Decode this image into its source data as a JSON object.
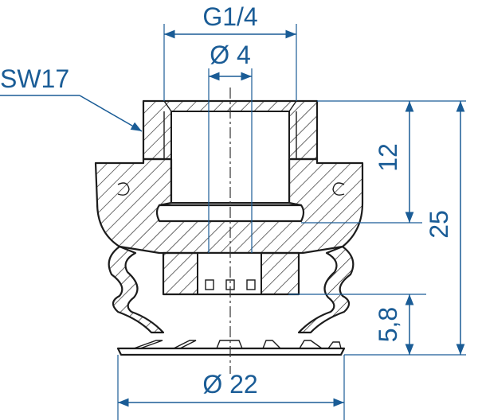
{
  "dimensions": {
    "thread": "G1/4",
    "bore": "Ø 4",
    "wrench": "SW17",
    "thread_depth": "12",
    "overall_height": "25",
    "lip_height": "5,8",
    "cup_diameter": "Ø 22"
  },
  "colors": {
    "dimension": "#1a5c96",
    "outline": "#1c1c1c"
  }
}
